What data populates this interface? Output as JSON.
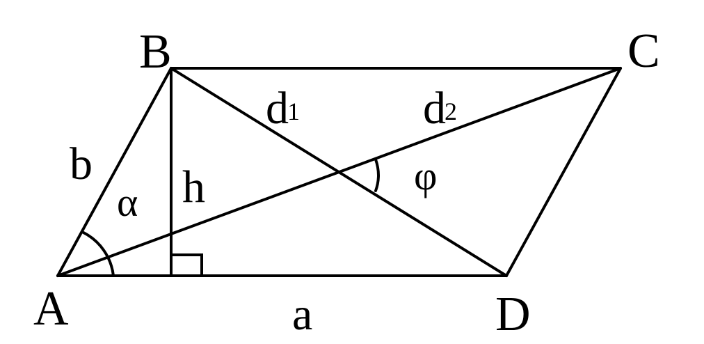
{
  "vertices": {
    "A": "A",
    "B": "B",
    "C": "C",
    "D": "D"
  },
  "sides": {
    "a": "a",
    "b": "b",
    "h": "h"
  },
  "diagonals": {
    "d1": {
      "letter": "d",
      "subscript": "1"
    },
    "d2": {
      "letter": "d",
      "subscript": "2"
    }
  },
  "angles": {
    "alpha": "α",
    "phi": "φ"
  },
  "colors": {
    "stroke": "#000000",
    "background": "#ffffff"
  }
}
